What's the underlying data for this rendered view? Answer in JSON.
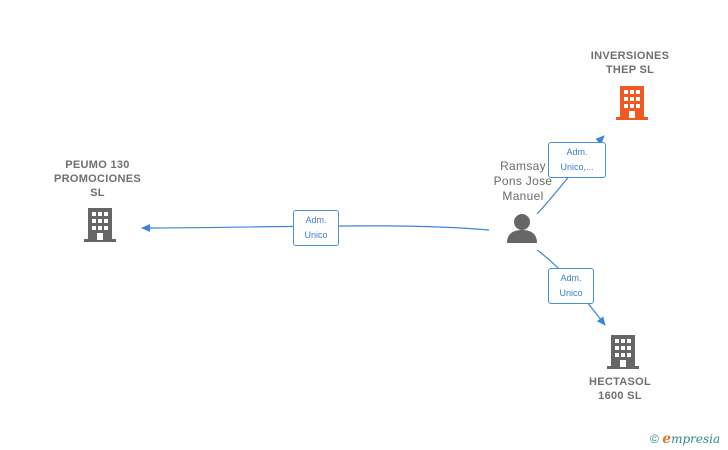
{
  "nodes": {
    "inversiones": {
      "line1": "INVERSIONES",
      "line2": "THEP  SL",
      "color": "#f05a22"
    },
    "peumo": {
      "line1": "PEUMO 130",
      "line2": "PROMOCIONES",
      "line3": "SL",
      "color": "#666666"
    },
    "hectasol": {
      "line1": "HECTASOL",
      "line2": "1600  SL",
      "color": "#666666"
    },
    "person": {
      "line1": "Ramsay",
      "line2": "Pons Jose",
      "line3": "Manuel",
      "color": "#666666"
    }
  },
  "edges": {
    "to_peumo": {
      "line1": "Adm.",
      "line2": "Unico"
    },
    "to_inversiones": {
      "line1": "Adm.",
      "line2": "Unico,..."
    },
    "to_hectasol": {
      "line1": "Adm.",
      "line2": "Unico"
    }
  },
  "edge_color": "#3d85d6",
  "footer": {
    "copyright": "©",
    "brand_e": "e",
    "brand_rest": "mpresia"
  }
}
